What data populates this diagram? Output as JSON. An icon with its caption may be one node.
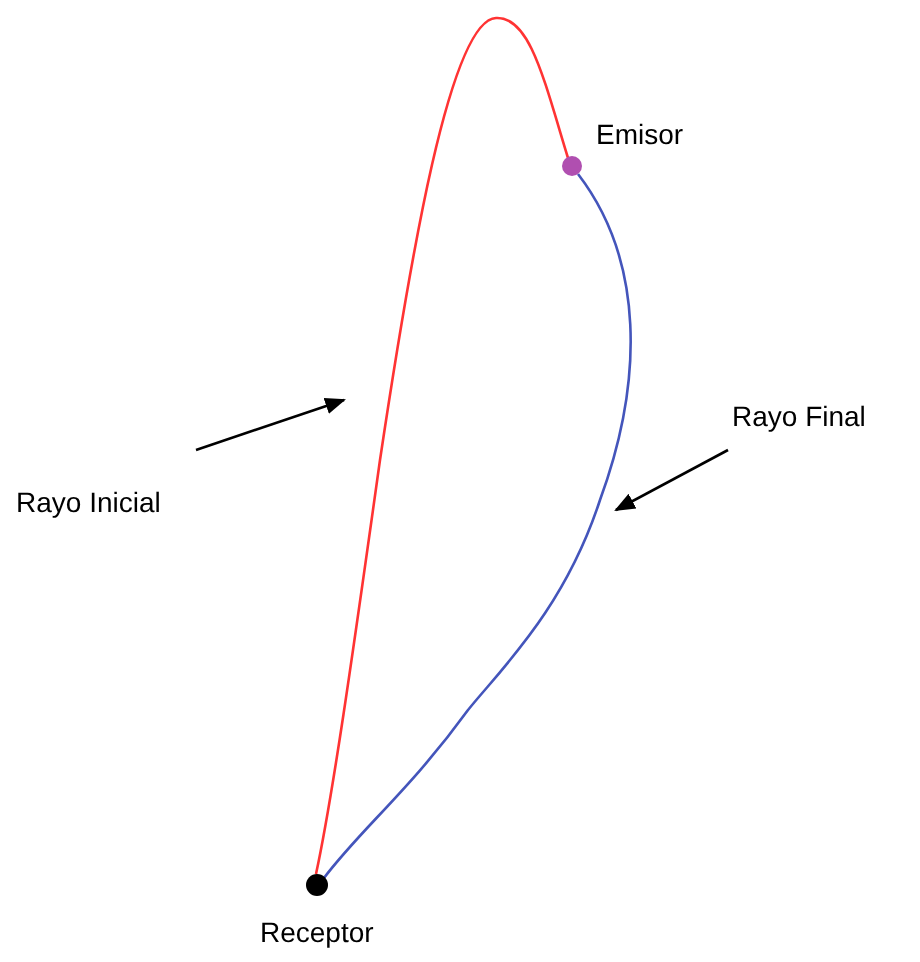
{
  "diagram": {
    "nodes": [
      {
        "text": [],
        "shape": "circle",
        "beside": [
          "Emisor"
        ]
      },
      {
        "text": [],
        "shape": "circle",
        "beside": [
          "Receptor"
        ]
      },
      {
        "text": [
          "Rayo Inicial"
        ]
      },
      {
        "text": [
          "Rayo Final"
        ]
      }
    ],
    "edges": [
      {
        "from": 0,
        "to": 1,
        "arrow": "none",
        "color": "#ff3333"
      },
      {
        "from": 0,
        "to": 1,
        "arrow": "none",
        "color": "#4455bb"
      },
      {
        "from": 2,
        "to": null,
        "arrow": "to"
      },
      {
        "from": 3,
        "to": null,
        "arrow": "to"
      }
    ]
  }
}
